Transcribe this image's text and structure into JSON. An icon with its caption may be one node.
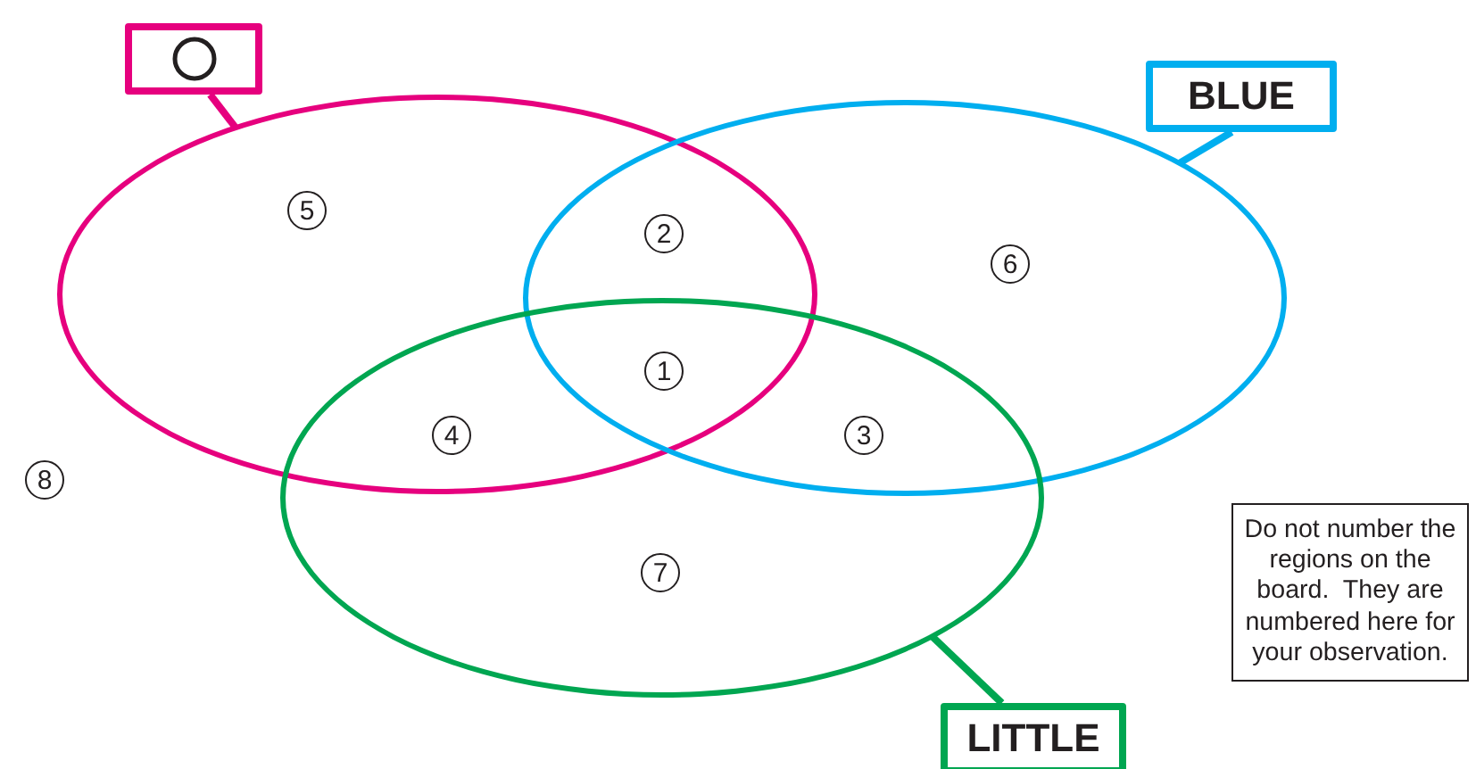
{
  "diagram": {
    "nodes": [
      {
        "text": [],
        "shape": "ellipse"
      },
      {
        "text": [],
        "shape": "ellipse"
      },
      {
        "text": [],
        "shape": "ellipse"
      },
      {
        "text": [],
        "shape": "box"
      },
      {
        "text": [
          "BLUE"
        ]
      },
      {
        "text": [
          "LITTLE"
        ]
      },
      {
        "text": [
          "Do not number the regions on the board.  They are numbered here for your observation."
        ]
      }
    ],
    "edges": [
      {
        "from": 3,
        "to": 0,
        "arrow": "none",
        "color": "#e6007e"
      },
      {
        "from": 4,
        "to": 1,
        "arrow": "none",
        "color": "#00aeef"
      },
      {
        "from": 5,
        "to": 2,
        "arrow": "none",
        "color": "#00a651"
      }
    ],
    "labels": [
      "5",
      "2",
      "6",
      "1",
      "4",
      "3",
      "8",
      "7"
    ]
  }
}
